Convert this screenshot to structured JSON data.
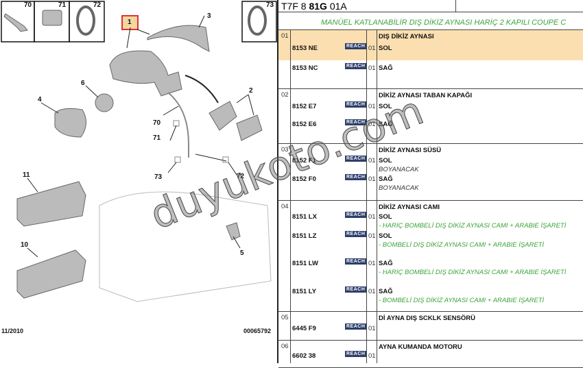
{
  "diagram": {
    "callouts": [
      "70",
      "71",
      "72",
      "73",
      "1",
      "3",
      "6",
      "4",
      "2",
      "70",
      "71",
      "73",
      "72",
      "11",
      "10",
      "5"
    ],
    "date": "11/2010",
    "ref": "00065792"
  },
  "header": {
    "code_pre": "T7F 8 ",
    "code_bold": "81G",
    "code_post": " 01A"
  },
  "title": "MANÜEL KATLANABİLİR DIŞ DİKİZ AYNASI HARİÇ 2 KAPILI COUPE C",
  "reach_label": "REACH",
  "watermark": "duyukoto.com",
  "groups": [
    {
      "no": "01",
      "name": "DIŞ DİKİZ AYNASI",
      "items": [
        {
          "ref": "8153 NE",
          "qty": "01",
          "side": "SOL"
        },
        {
          "ref": "8153 NC",
          "qty": "01",
          "side": "SAĞ"
        }
      ]
    },
    {
      "no": "02",
      "name": "DİKİZ AYNASI TABAN KAPAĞI",
      "items": [
        {
          "ref": "8152 E7",
          "qty": "01",
          "side": "SOL"
        },
        {
          "ref": "8152 E6",
          "qty": "01",
          "side": "SAĞ"
        }
      ]
    },
    {
      "no": "03",
      "name": "DİKİZ AYNASI SÜSÜ",
      "items": [
        {
          "ref": "8152 F1",
          "qty": "01",
          "side": "SOL",
          "note": "BOYANACAK"
        },
        {
          "ref": "8152 F0",
          "qty": "01",
          "side": "SAĞ",
          "note": "BOYANACAK"
        }
      ]
    },
    {
      "no": "04",
      "name": "DİKİZ AYNASI CAMI",
      "items": [
        {
          "ref": "8151 LX",
          "qty": "01",
          "side": "SOL",
          "note": "- HARİÇ BOMBELİ DIŞ DİKİZ AYNASI CAMI + ARABIE İŞARETİ"
        },
        {
          "ref": "8151 LZ",
          "qty": "01",
          "side": "SOL",
          "note": "- BOMBELİ DIŞ DİKİZ AYNASI CAMI + ARABIE İŞARETİ"
        },
        {
          "ref": "8151 LW",
          "qty": "01",
          "side": "SAĞ",
          "note": "- HARİÇ BOMBELİ DIŞ DİKİZ AYNASI CAMI + ARABIE İŞARETİ"
        },
        {
          "ref": "8151 LY",
          "qty": "01",
          "side": "SAĞ",
          "note": "- BOMBELİ DIŞ DİKİZ AYNASI CAMI + ARABIE İŞARETİ"
        }
      ]
    },
    {
      "no": "05",
      "name": "Dİ AYNA DIŞ SCKLK SENSÖRÜ",
      "items": [
        {
          "ref": "6445 F9",
          "qty": "01"
        }
      ]
    },
    {
      "no": "06",
      "name": "AYNA KUMANDA MOTORU",
      "items": [
        {
          "ref": "6602 38",
          "qty": "01"
        }
      ]
    }
  ]
}
